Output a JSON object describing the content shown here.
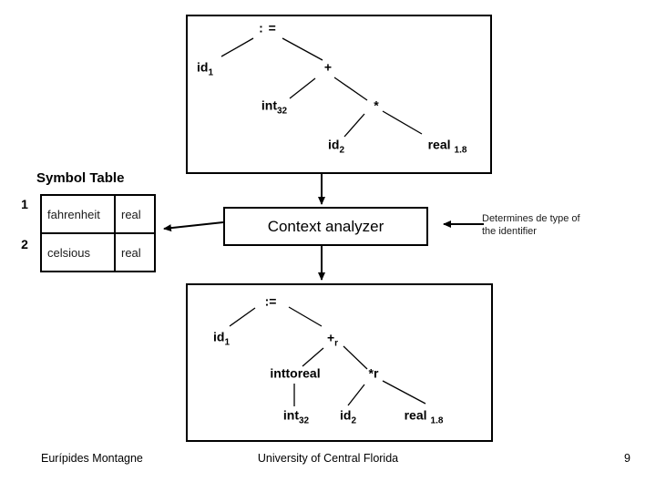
{
  "colors": {
    "background": "#ffffff",
    "foreground": "#000000"
  },
  "trees": {
    "top": {
      "nodes": {
        "assign": {
          "main": ": ="
        },
        "id1": {
          "main": "id",
          "sub": "1"
        },
        "plus": {
          "main": "+"
        },
        "int32": {
          "main": "int",
          "sub": "32"
        },
        "star": {
          "main": "*"
        },
        "id2": {
          "main": "id",
          "sub": "2"
        },
        "real": {
          "main": "real",
          "sub": "1.8"
        }
      }
    },
    "bottom": {
      "nodes": {
        "assign": {
          "main": ":="
        },
        "id1": {
          "main": "id",
          "sub": "1"
        },
        "plusr": {
          "main": "+",
          "sub": "r"
        },
        "inttoreal": {
          "main": "inttoreal"
        },
        "starr": {
          "main": "*r"
        },
        "int32": {
          "main": "int",
          "sub": "32"
        },
        "id2": {
          "main": "id",
          "sub": "2"
        },
        "real": {
          "main": "real",
          "sub": "1.8"
        }
      }
    }
  },
  "symbol_table": {
    "title": "Symbol Table",
    "rows": [
      {
        "index": "1",
        "name": "fahrenheit",
        "type": "real"
      },
      {
        "index": "2",
        "name": "celsious",
        "type": "real"
      }
    ]
  },
  "analyzer": {
    "label": "Context analyzer"
  },
  "note": {
    "line1": "Determines de type of",
    "line2": "the identifier"
  },
  "footer": {
    "author": "Eurípides Montagne",
    "center": "University of Central Florida",
    "page_number": "9"
  }
}
